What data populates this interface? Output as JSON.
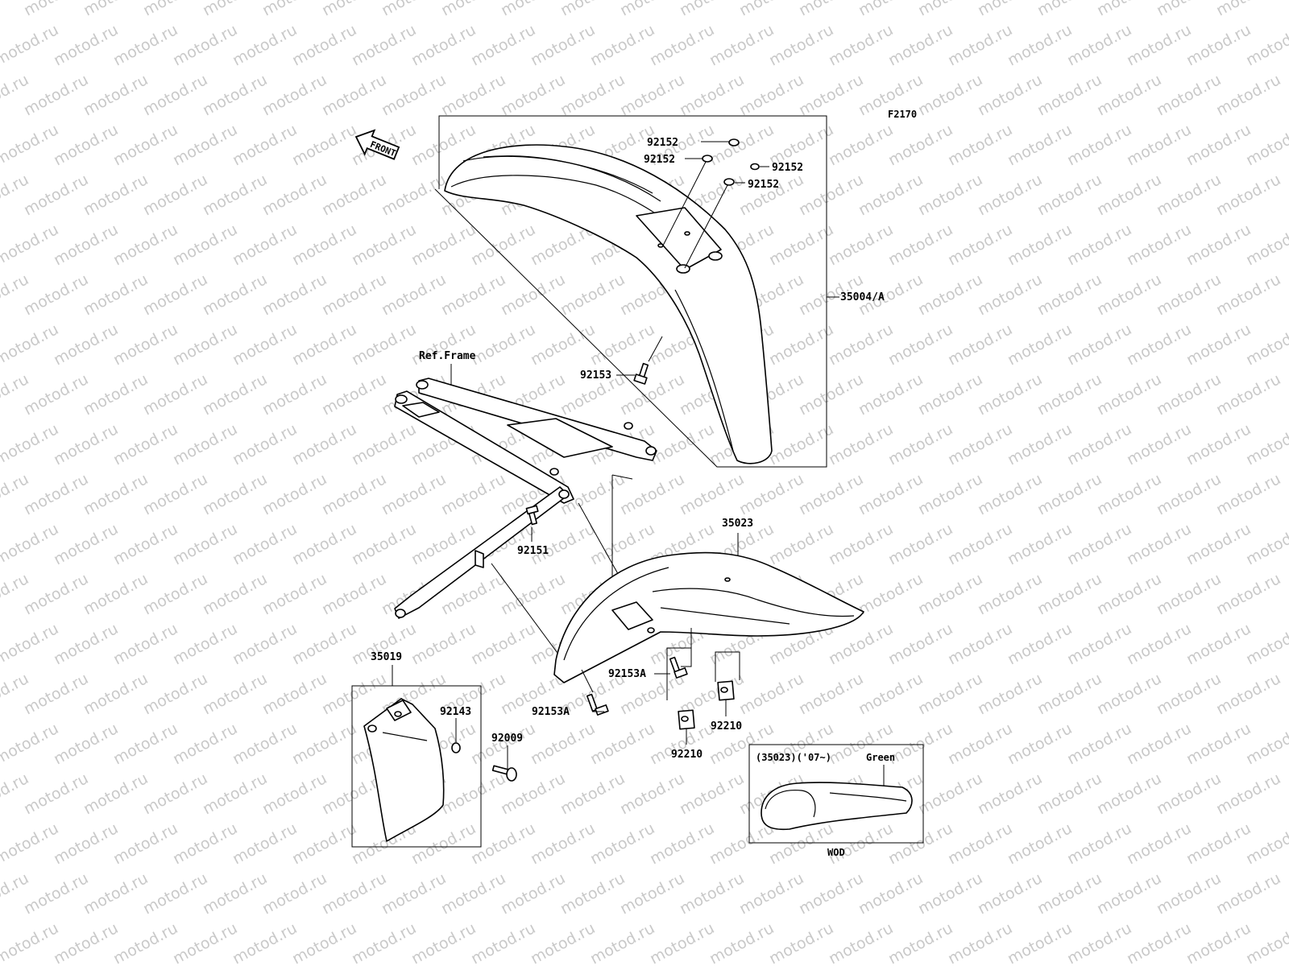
{
  "diagram_code": "F2170",
  "front_label": "FRONT",
  "ref_frame_label": "Ref.Frame",
  "watermark": "motod.ru",
  "callouts": {
    "washer_1": "92152",
    "washer_2": "92152",
    "washer_3": "92152",
    "washer_4": "92152",
    "front_fender": "35004/A",
    "bolt_front": "92153",
    "bolt_frame": "92151",
    "rear_fender": "35023",
    "bolt_rear_1": "92153A",
    "bolt_rear_2": "92153A",
    "nut_1": "92210",
    "nut_2": "92210",
    "mud_flap": "35019",
    "washer_flap": "92143",
    "bolt_flap": "92009"
  },
  "variant_box": {
    "title": "(35023)('07~)",
    "color_label": "Green",
    "caption": "WOD"
  }
}
